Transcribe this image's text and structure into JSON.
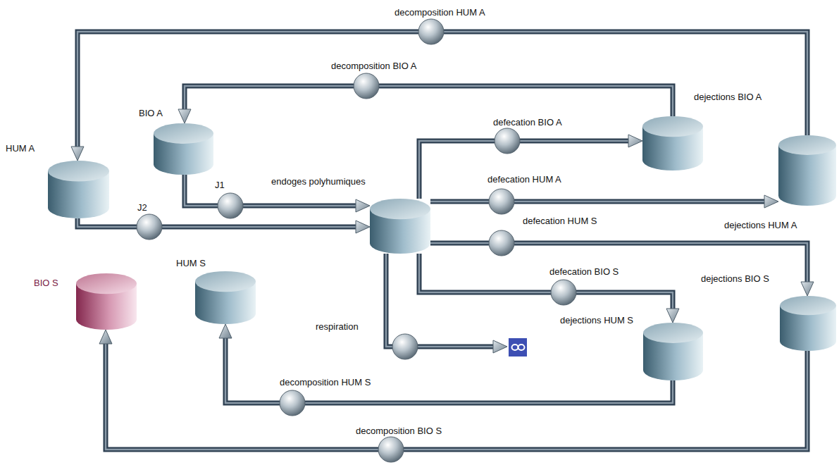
{
  "diagram": {
    "nodes": [
      {
        "text": [
          "HUM A"
        ]
      },
      {
        "text": [
          "BIO A"
        ]
      },
      {
        "text": [
          "endoges polyhumiques"
        ]
      },
      {
        "text": [
          "dejections BIO A"
        ]
      },
      {
        "text": [
          "dejections HUM A"
        ]
      },
      {
        "text": [
          "HUM S"
        ]
      },
      {
        "text": [
          "BIO S"
        ]
      },
      {
        "text": [
          "dejections HUM S"
        ]
      },
      {
        "text": [
          "dejections BIO S"
        ]
      }
    ],
    "edges": [
      {
        "from": 4,
        "to": 0,
        "arrow": "to",
        "label": "decomposition HUM A"
      },
      {
        "from": 3,
        "to": 1,
        "arrow": "to",
        "label": "decomposition BIO A"
      },
      {
        "from": 1,
        "to": 2,
        "arrow": "to",
        "label": "J1"
      },
      {
        "from": 0,
        "to": 2,
        "arrow": "to",
        "label": "J2"
      },
      {
        "from": 2,
        "to": 3,
        "arrow": "to",
        "label": "defecation BIO A"
      },
      {
        "from": 2,
        "to": 4,
        "arrow": "to",
        "label": "defecation HUM A"
      },
      {
        "from": 2,
        "to": 8,
        "arrow": "to",
        "label": "defecation HUM S"
      },
      {
        "from": 2,
        "to": 7,
        "arrow": "to",
        "label": "defecation BIO S"
      },
      {
        "from": 7,
        "to": 5,
        "arrow": "to",
        "label": "decomposition HUM S"
      },
      {
        "from": 8,
        "to": 6,
        "arrow": "to",
        "label": "decomposition BIO S"
      }
    ],
    "labels": [
      "respiration"
    ]
  }
}
